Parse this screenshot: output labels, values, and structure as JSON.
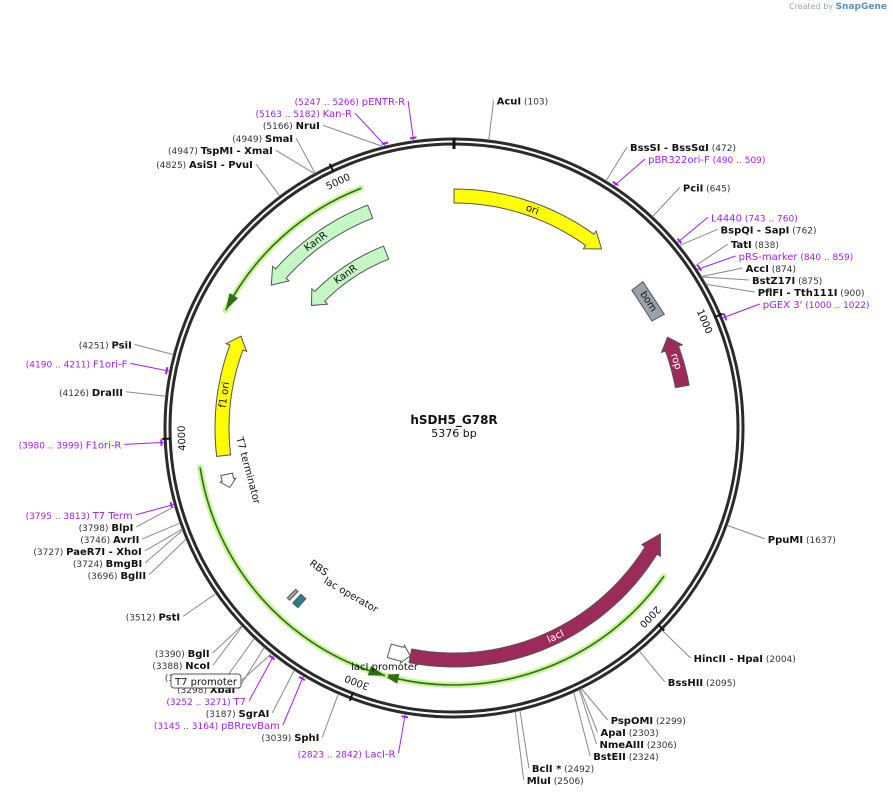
{
  "brand": {
    "prefix": "Created by",
    "name": "SnapGene"
  },
  "plasmid": {
    "name": "hSDH5_G78R",
    "size_label": "5376 bp",
    "length": 5376
  },
  "colors": {
    "backbone": "#2b2b2b",
    "enzyme_text": "#111111",
    "primer": "#a020f0",
    "feature_yellow": "#ffff00",
    "feature_green": "#c4f7c4",
    "feature_maroon": "#9c2a5a",
    "feature_gray": "#9aa3ad",
    "feature_teal": "#2a7f8c",
    "feature_white": "#ffffff",
    "orf_glow": "#c9f39a",
    "orf_line": "#2f6e13"
  },
  "ticks": [
    {
      "pos": 1000,
      "label": "1000"
    },
    {
      "pos": 2000,
      "label": "2000"
    },
    {
      "pos": 3000,
      "label": "3000"
    },
    {
      "pos": 4000,
      "label": "4000"
    },
    {
      "pos": 5000,
      "label": "5000"
    }
  ],
  "enzymes": [
    {
      "pos": 103,
      "names": [
        "AcuI"
      ],
      "coord": "(103)"
    },
    {
      "pos": 472,
      "names": [
        "BssSI",
        "BssSαI"
      ],
      "coord": "(472)"
    },
    {
      "pos": 645,
      "names": [
        "PciI"
      ],
      "coord": "(645)"
    },
    {
      "pos": 762,
      "names": [
        "BspQI",
        "SapI"
      ],
      "coord": "(762)"
    },
    {
      "pos": 838,
      "names": [
        "TatI"
      ],
      "coord": "(838)"
    },
    {
      "pos": 874,
      "names": [
        "AccI"
      ],
      "coord": "(874)"
    },
    {
      "pos": 875,
      "names": [
        "BstZ17I"
      ],
      "coord": "(875)"
    },
    {
      "pos": 900,
      "names": [
        "PflFI",
        "Tth111I"
      ],
      "coord": "(900)"
    },
    {
      "pos": 1637,
      "names": [
        "PpuMI"
      ],
      "coord": "(1637)"
    },
    {
      "pos": 2004,
      "names": [
        "HincII",
        "HpaI"
      ],
      "coord": "(2004)"
    },
    {
      "pos": 2095,
      "names": [
        "BssHII"
      ],
      "coord": "(2095)"
    },
    {
      "pos": 2299,
      "names": [
        "PspOMI"
      ],
      "coord": "(2299)"
    },
    {
      "pos": 2303,
      "names": [
        "ApaI"
      ],
      "coord": "(2303)"
    },
    {
      "pos": 2306,
      "names": [
        "NmeAIII"
      ],
      "coord": "(2306)"
    },
    {
      "pos": 2324,
      "names": [
        "BstEII"
      ],
      "coord": "(2324)"
    },
    {
      "pos": 2492,
      "names": [
        "BclI *"
      ],
      "coord": "(2492)"
    },
    {
      "pos": 2506,
      "names": [
        "MluI"
      ],
      "coord": "(2506)"
    },
    {
      "pos": 3039,
      "names": [
        "SphI"
      ],
      "coord": "(3039)"
    },
    {
      "pos": 3187,
      "names": [
        "SgrAI"
      ],
      "coord": "(3187)"
    },
    {
      "pos": 3298,
      "names": [
        "XbaI"
      ],
      "coord": "(3298)"
    },
    {
      "pos": 3338,
      "names": [
        "NdeI"
      ],
      "coord": "(3338)"
    },
    {
      "pos": 3388,
      "names": [
        "NcoI"
      ],
      "coord": "(3388)"
    },
    {
      "pos": 3390,
      "names": [
        "BglI"
      ],
      "coord": "(3390)"
    },
    {
      "pos": 3512,
      "names": [
        "PstI"
      ],
      "coord": "(3512)"
    },
    {
      "pos": 3696,
      "names": [
        "BglII"
      ],
      "coord": "(3696)"
    },
    {
      "pos": 3724,
      "names": [
        "BmgBI"
      ],
      "coord": "(3724)"
    },
    {
      "pos": 3727,
      "names": [
        "PaeR7I",
        "XhoI"
      ],
      "coord": "(3727)"
    },
    {
      "pos": 3746,
      "names": [
        "AvrII"
      ],
      "coord": "(3746)"
    },
    {
      "pos": 3798,
      "names": [
        "BlpI"
      ],
      "coord": "(3798)"
    },
    {
      "pos": 4126,
      "names": [
        "DraIII"
      ],
      "coord": "(4126)"
    },
    {
      "pos": 4251,
      "names": [
        "PsiI"
      ],
      "coord": "(4251)"
    },
    {
      "pos": 4825,
      "names": [
        "AsiSI",
        "PvuI"
      ],
      "coord": "(4825)"
    },
    {
      "pos": 4947,
      "names": [
        "TspMI",
        "XmaI"
      ],
      "coord": "(4947)"
    },
    {
      "pos": 4949,
      "names": [
        "SmaI"
      ],
      "coord": "(4949)"
    },
    {
      "pos": 5166,
      "names": [
        "NruI"
      ],
      "coord": "(5166)"
    }
  ],
  "primers": [
    {
      "start": 490,
      "end": 509,
      "name": "pBR322ori-F",
      "coord": "(490 .. 509)"
    },
    {
      "start": 743,
      "end": 760,
      "name": "L4440",
      "coord": "(743 .. 760)"
    },
    {
      "start": 840,
      "end": 859,
      "name": "pRS-marker",
      "coord": "(840 .. 859)"
    },
    {
      "start": 1000,
      "end": 1022,
      "name": "pGEX 3'",
      "coord": "(1000 .. 1022)"
    },
    {
      "start": 2823,
      "end": 2842,
      "name": "LacI-R",
      "coord": "(2823 .. 2842)"
    },
    {
      "start": 3145,
      "end": 3164,
      "name": "pBRrevBam",
      "coord": "(3145 .. 3164)"
    },
    {
      "start": 3252,
      "end": 3271,
      "name": "T7",
      "coord": "(3252 .. 3271)"
    },
    {
      "start": 3795,
      "end": 3813,
      "name": "T7 Term",
      "coord": "(3795 .. 3813)"
    },
    {
      "start": 3980,
      "end": 3999,
      "name": "F1ori-R",
      "coord": "(3980 .. 3999)"
    },
    {
      "start": 4190,
      "end": 4211,
      "name": "F1ori-F",
      "coord": "(4190 .. 4211)"
    },
    {
      "start": 5163,
      "end": 5182,
      "name": "Kan-R",
      "coord": "(5163 .. 5182)"
    },
    {
      "start": 5247,
      "end": 5266,
      "name": "pENTR-R",
      "coord": "(5247 .. 5266)"
    }
  ],
  "features": [
    {
      "name": "ori",
      "start": 0,
      "end": 590,
      "strand": "+",
      "color": "feature_yellow"
    },
    {
      "name": "bom",
      "start": 780,
      "end": 920,
      "strand": "0",
      "color": "feature_gray"
    },
    {
      "name": "rop",
      "start": 1000,
      "end": 1190,
      "strand": "-",
      "color": "feature_maroon"
    },
    {
      "name": "lacI",
      "start": 1750,
      "end": 2850,
      "strand": "-",
      "color": "feature_maroon"
    },
    {
      "name": "lacI promoter",
      "start": 2850,
      "end": 2930,
      "strand": "-",
      "color": "feature_white"
    },
    {
      "name": "lac operator",
      "start": 3300,
      "end": 3325,
      "strand": "0",
      "color": "feature_teal"
    },
    {
      "name": "RBS",
      "start": 3340,
      "end": 3352,
      "strand": "0",
      "color": "feature_gray"
    },
    {
      "name": "T7 terminator",
      "start": 3810,
      "end": 3860,
      "strand": "-",
      "color": "feature_white"
    },
    {
      "name": "f1 ori",
      "start": 3930,
      "end": 4380,
      "strand": "+",
      "color": "feature_yellow"
    },
    {
      "name": "KanR",
      "start": 4600,
      "end": 5060,
      "strand": "-",
      "color": "feature_green"
    },
    {
      "name": "KanR",
      "start": 4640,
      "end": 5060,
      "strand": "-",
      "color": "feature_green"
    }
  ],
  "orfs": [
    {
      "start": 1870,
      "end": 2930,
      "strand": "+"
    },
    {
      "start": 2920,
      "end": 3900,
      "strand": "-"
    },
    {
      "start": 4440,
      "end": 5060,
      "strand": "-"
    }
  ],
  "feature_boxes": [
    {
      "name": "T7 promoter"
    }
  ]
}
